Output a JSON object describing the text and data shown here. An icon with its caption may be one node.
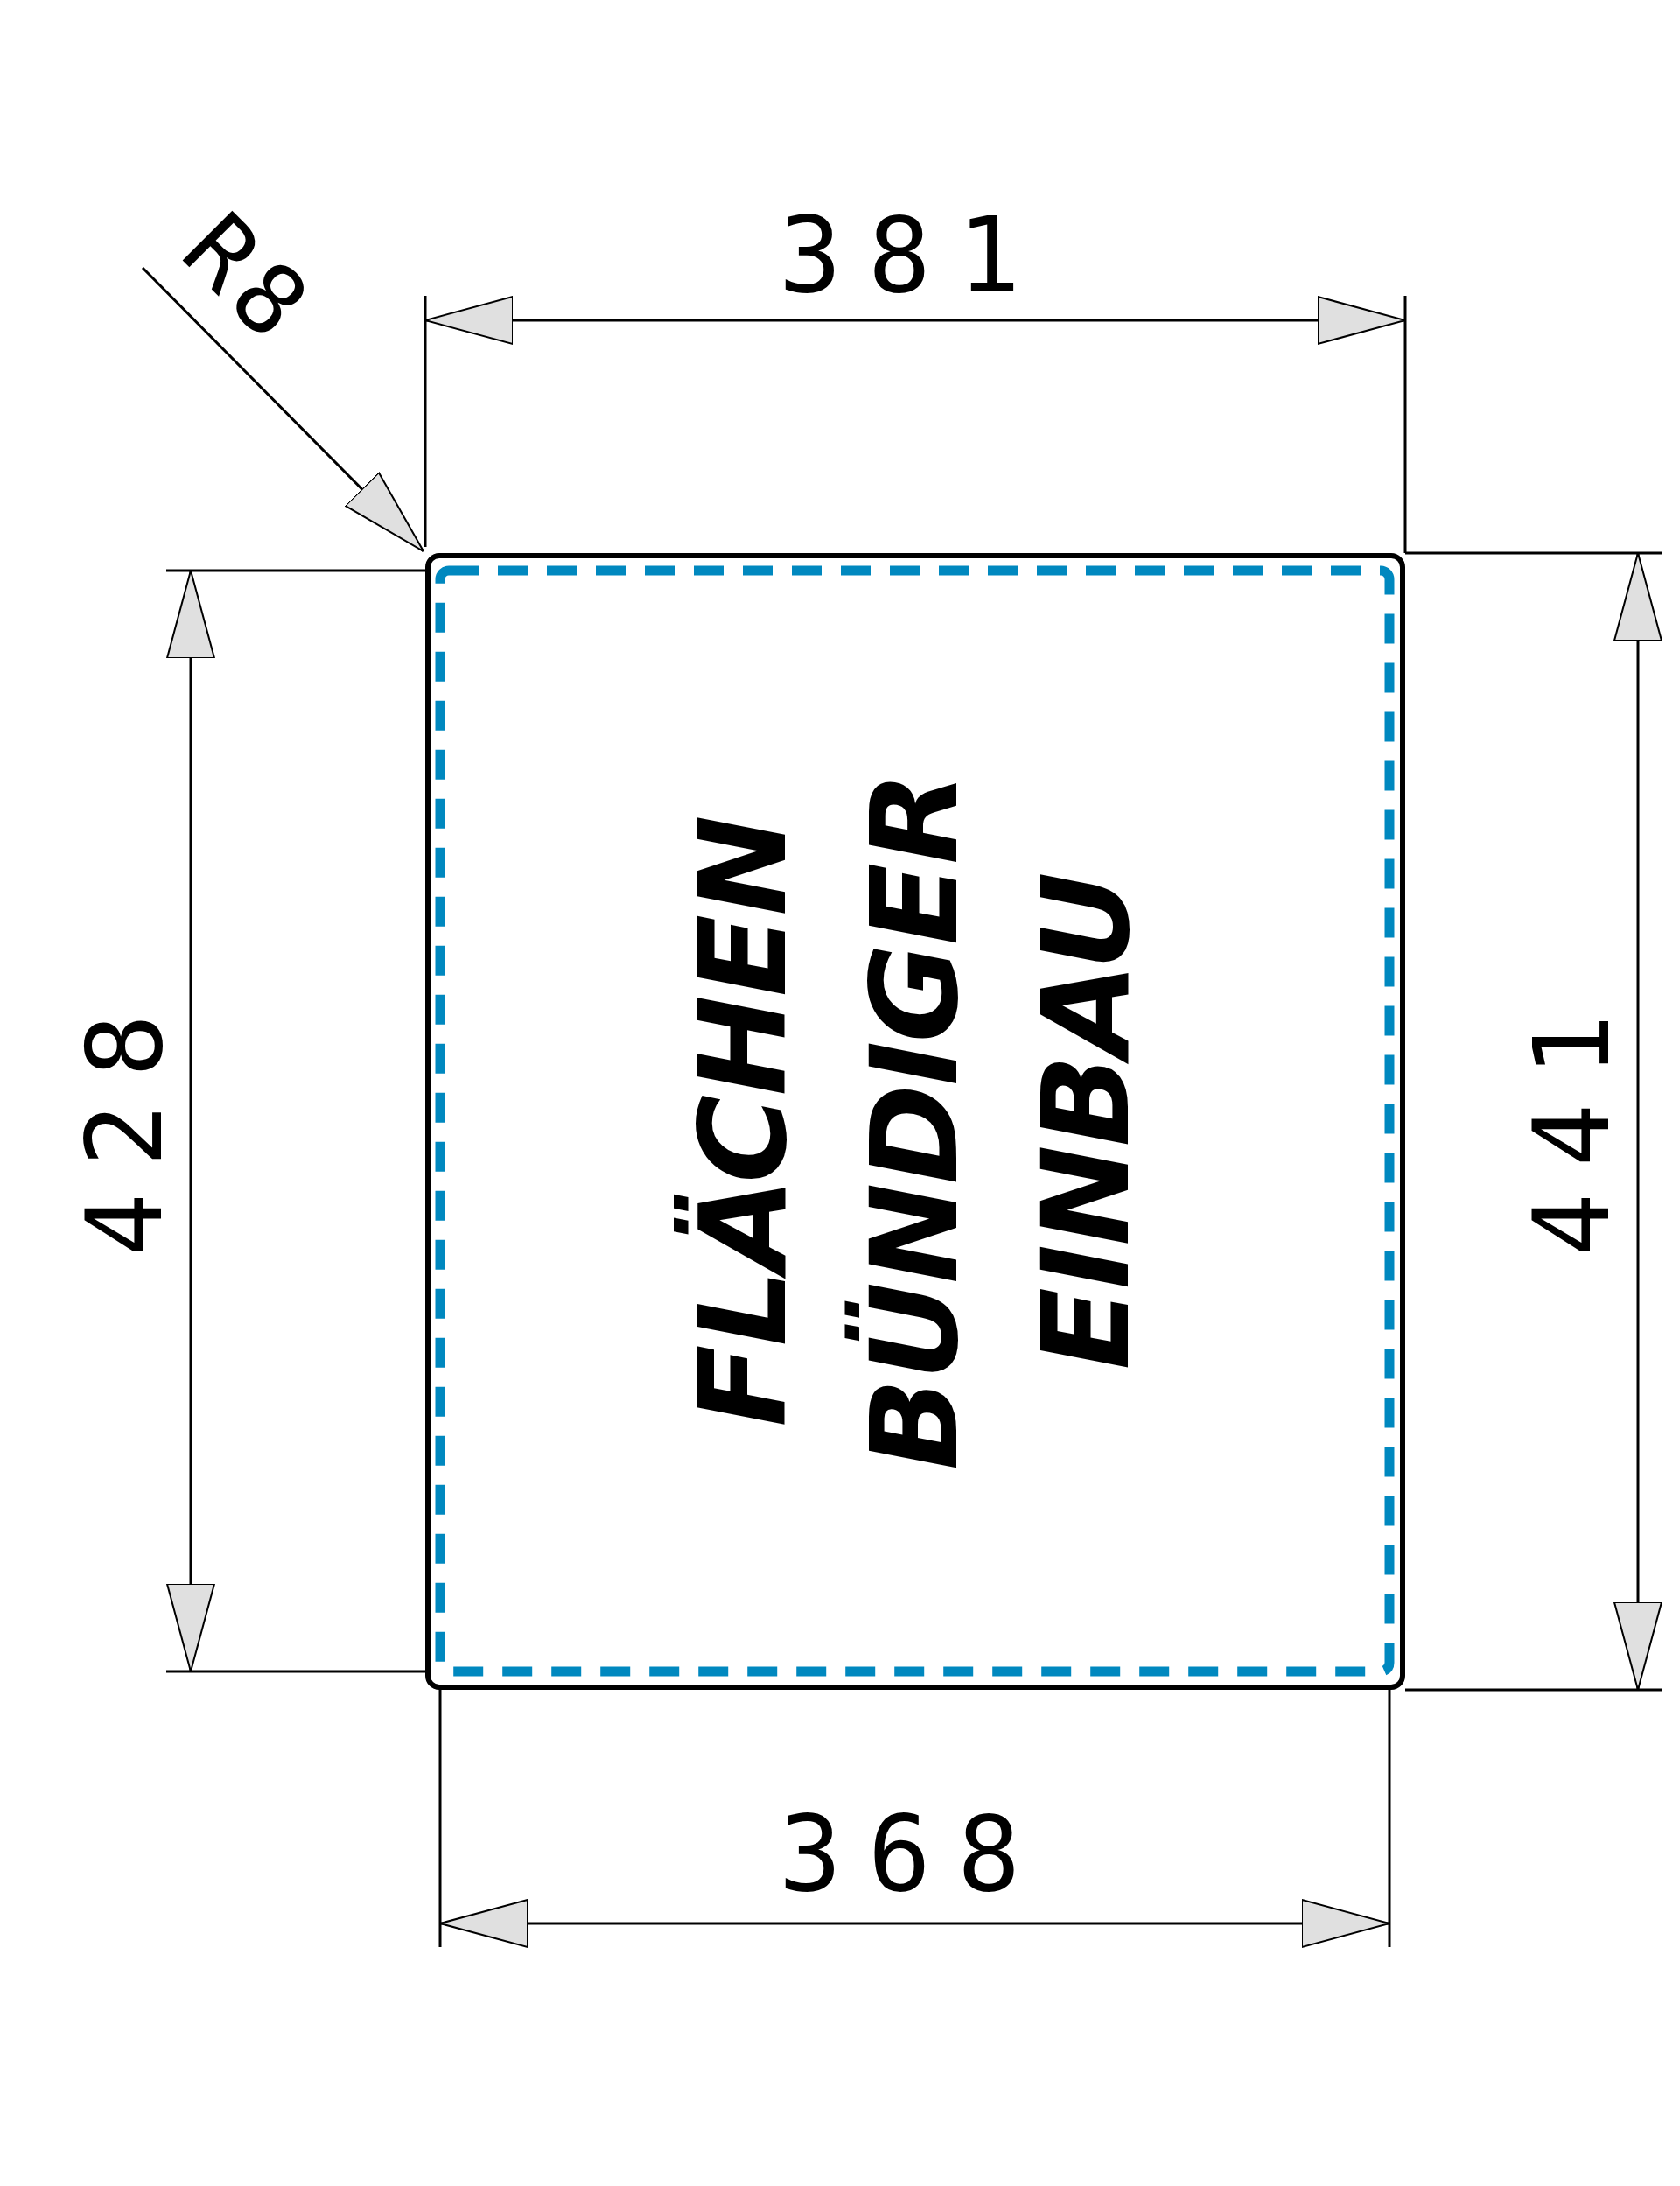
{
  "diagram": {
    "nodes": [
      {
        "text": [
          "FLÄCHEN BÜNDIGER EINBAU"
        ]
      },
      {
        "text": [
          "R8"
        ]
      }
    ],
    "edges": [
      {
        "from": 1,
        "to": 0,
        "arrow": "to"
      }
    ],
    "labels": [
      "381",
      "428",
      "441",
      "368"
    ]
  }
}
